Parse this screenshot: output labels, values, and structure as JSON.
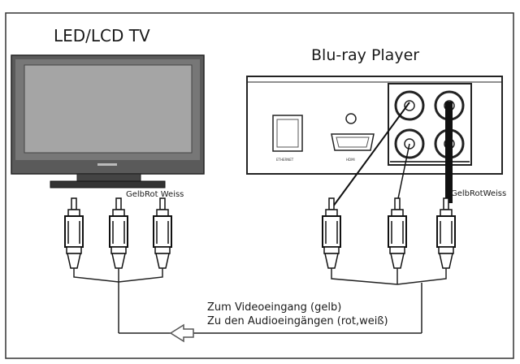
{
  "tv": {
    "title": "LED/LCD TV"
  },
  "player": {
    "title": "Blu-ray Player",
    "ports": {
      "ethernet": "ETHERNET",
      "hdmi": "HDMI"
    }
  },
  "cables": {
    "tv_color_labels": "GelbRot Weiss",
    "player_color_labels": "GelbRotWeiss"
  },
  "instructions": {
    "line1": "Zum Videoeingang (gelb)",
    "line2": "Zu den Audioeingängen (rot,weiß)"
  },
  "colors": {
    "line": "#222222",
    "screen": "#9a9a9a",
    "bezel": "#4a4a4a",
    "arrow_fill": "#ffffff"
  }
}
